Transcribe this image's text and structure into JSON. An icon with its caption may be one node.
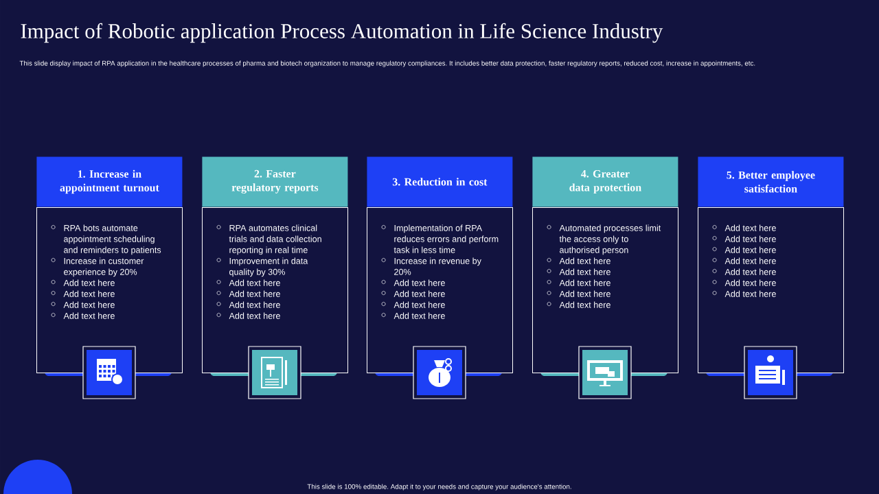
{
  "diagram": {
    "title": "Impact of Robotic application Process Automation in Life Science Industry",
    "nodes": [
      {
        "text": [
          "1. Increase in appointment turnout"
        ]
      },
      {
        "text": [
          "RPA bots automate appointment scheduling and reminders to patients",
          "Increase in customer experience by 20%",
          "Add text here",
          "Add text here",
          "Add text here",
          "Add text here"
        ]
      },
      {
        "text": [
          "2. Faster regulatory reports"
        ]
      },
      {
        "text": [
          "RPA automates clinical trials and data collection reporting in real time",
          "Improvement in data quality by 30%",
          "Add text here",
          "Add text here",
          "Add text here",
          "Add text here"
        ]
      },
      {
        "text": [
          "3. Reduction in cost"
        ]
      },
      {
        "text": [
          "Implementation of RPA reduces errors and perform task in less time",
          "Increase in revenue by 20%",
          "Add text here",
          "Add text here",
          "Add text here",
          "Add text here"
        ]
      },
      {
        "text": [
          "4. Greater data protection"
        ]
      },
      {
        "text": [
          "Automated processes limit the access only to authorised person",
          "Add text here",
          "Add text here",
          "Add text here",
          "Add text here",
          "Add text here"
        ]
      },
      {
        "text": [
          "5. Better employee satisfaction"
        ]
      },
      {
        "text": [
          "Add text here",
          "Add text here",
          "Add text here",
          "Add text here",
          "Add text here",
          "Add text here",
          "Add text here"
        ]
      }
    ],
    "labels": [
      "This slide display impact of RPA application in the healthcare processes of pharma and biotech organization to manage regulatory compliances. It includes better data protection, faster regulatory reports, reduced cost, increase in appointments, etc.",
      "This slide is 100% editable. Adapt it to your needs and capture your audience's attention."
    ]
  }
}
